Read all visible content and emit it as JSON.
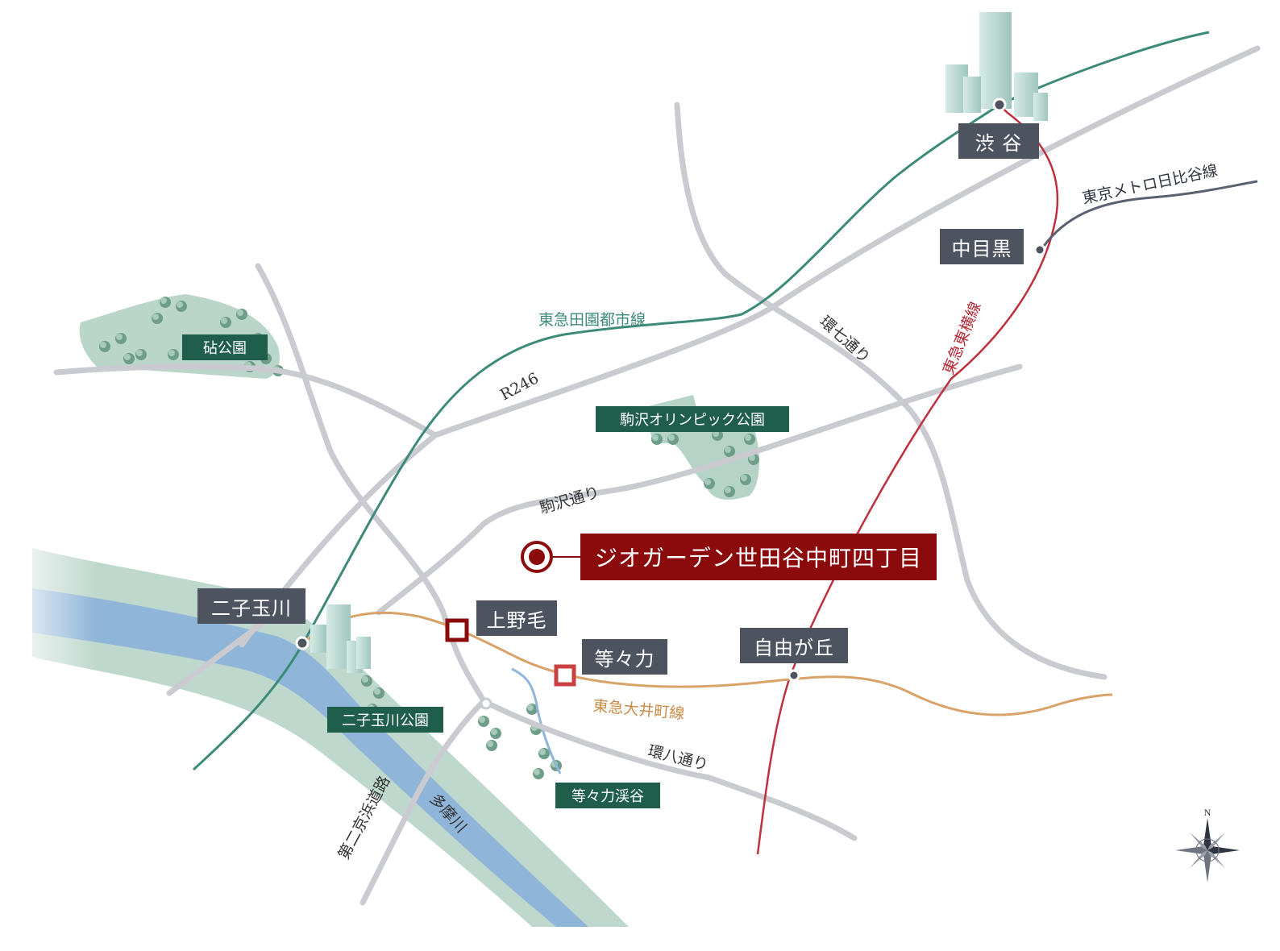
{
  "destination": {
    "name": "ジオガーデン世田谷中町四丁目"
  },
  "stations": {
    "shibuya": "渋 谷",
    "nakameguro": "中目黒",
    "futakotamagawa": "二子玉川",
    "kaminoge": "上野毛",
    "todoroki": "等々力",
    "jiyugaoka": "自由が丘"
  },
  "parks": {
    "kinuta": "砧公園",
    "komazawa": "駒沢オリンピック公園",
    "futako_park": "二子玉川公園",
    "todoroki_valley": "等々力渓谷"
  },
  "lines": {
    "denentoshi": "東急田園都市線",
    "toyoko": "東急東横線",
    "hibiya": "東京メトロ日比谷線",
    "oimachi": "東急大井町線"
  },
  "roads": {
    "r246": "R246",
    "kannana": "環七通り",
    "komazawa_dori": "駒沢通り",
    "kanpachi": "環八通り",
    "daini_keihin": "第二京浜道路"
  },
  "river": {
    "tama": "多摩川"
  },
  "compass": {
    "north": "N"
  },
  "colors": {
    "denentoshi": "#3d8a78",
    "toyoko": "#c0303f",
    "hibiya": "#5a6170",
    "oimachi": "#d9a269",
    "road": "#c9cbd1",
    "station_box": "#4d5460",
    "park_box": "#1e5e4b",
    "destination": "#8b0a0c",
    "river": "#8fb5d8",
    "riverbank": "#a9cbbd"
  }
}
